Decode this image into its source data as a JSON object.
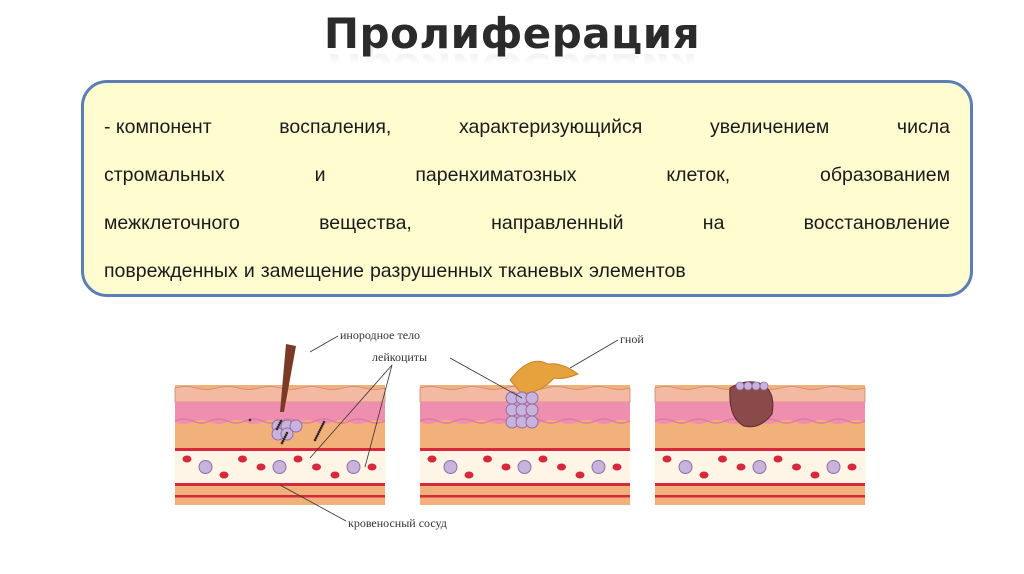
{
  "slide": {
    "title": "Пролиферация"
  },
  "definition": {
    "lines": [
      [
        "- компонент",
        "воспаления,",
        "характеризующийся",
        "увеличением",
        "числа"
      ],
      [
        "стромальных",
        "и",
        "паренхиматозных",
        "клеток,",
        "образованием"
      ],
      [
        "межклеточного",
        "вещества,",
        "направленный",
        "на",
        "восстановление"
      ],
      [
        "поврежденных",
        "и",
        "замещение",
        "разрушенных",
        "тканевых",
        "элементов"
      ]
    ]
  },
  "figure": {
    "labels": {
      "foreign_body": "инородное тело",
      "leukocytes": "лейкоциты",
      "pus": "гной",
      "blood_vessel": "кровеносный сосуд"
    },
    "colors": {
      "epidermis": "#f3b9a3",
      "dermis_pink": "#ef8fb0",
      "tissue_orange": "#f2b17a",
      "vessel_fill": "#fff5e6",
      "blood_cell": "#d8283c",
      "leukocyte": "#c9b3dc",
      "pus": "#e6a23c",
      "scab": "#8b4a4a"
    }
  }
}
